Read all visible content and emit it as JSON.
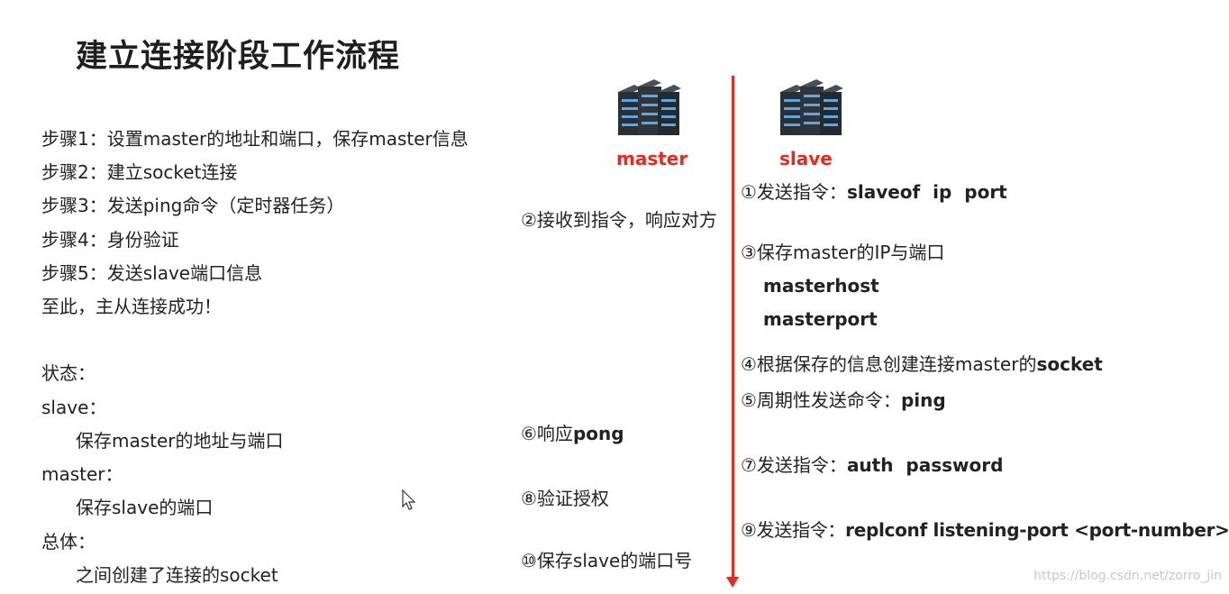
{
  "title": "建立连接阶段工作流程",
  "left": {
    "steps": [
      "步骤1：设置master的地址和端口，保存master信息",
      "步骤2：建立socket连接",
      "步骤3：发送ping命令（定时器任务）",
      "步骤4：身份验证",
      "步骤5：发送slave端口信息",
      "至此，主从连接成功！"
    ],
    "state_heading": "状态：",
    "slave_label": "slave：",
    "slave_state": "保存master的地址与端口",
    "master_label": "master：",
    "master_state": "保存slave的端口",
    "overall_label": "总体：",
    "overall_state": "之间创建了连接的socket"
  },
  "servers": {
    "master_label": "master",
    "slave_label": "slave",
    "icon": "server-icon"
  },
  "master_side": {
    "step2": "②接收到指令，响应对方",
    "step6_prefix": "⑥响应",
    "step6_bold": "pong",
    "step8": "⑧验证授权",
    "step10": "⑩保存slave的端口号"
  },
  "slave_side": {
    "step1_prefix": "①发送指令：",
    "step1_bold": "slaveof  ip  port",
    "step3": "③保存master的IP与端口",
    "step3_sub1": "masterhost",
    "step3_sub2": "masterport",
    "step4_prefix": "④根据保存的信息创建连接master的",
    "step4_bold": "socket",
    "step5_prefix": "⑤周期性发送命令：",
    "step5_bold": "ping",
    "step7_prefix": "⑦发送指令：",
    "step7_bold": "auth  password",
    "step9_prefix": "⑨发送指令：",
    "step9_bold": "replconf listening-port <port-number>"
  },
  "watermark": "https://blog.csdn.net/zorro_jin",
  "colors": {
    "accent": "#e32b20",
    "server_dark": "#2b3036",
    "server_light": "#59a9e8"
  }
}
